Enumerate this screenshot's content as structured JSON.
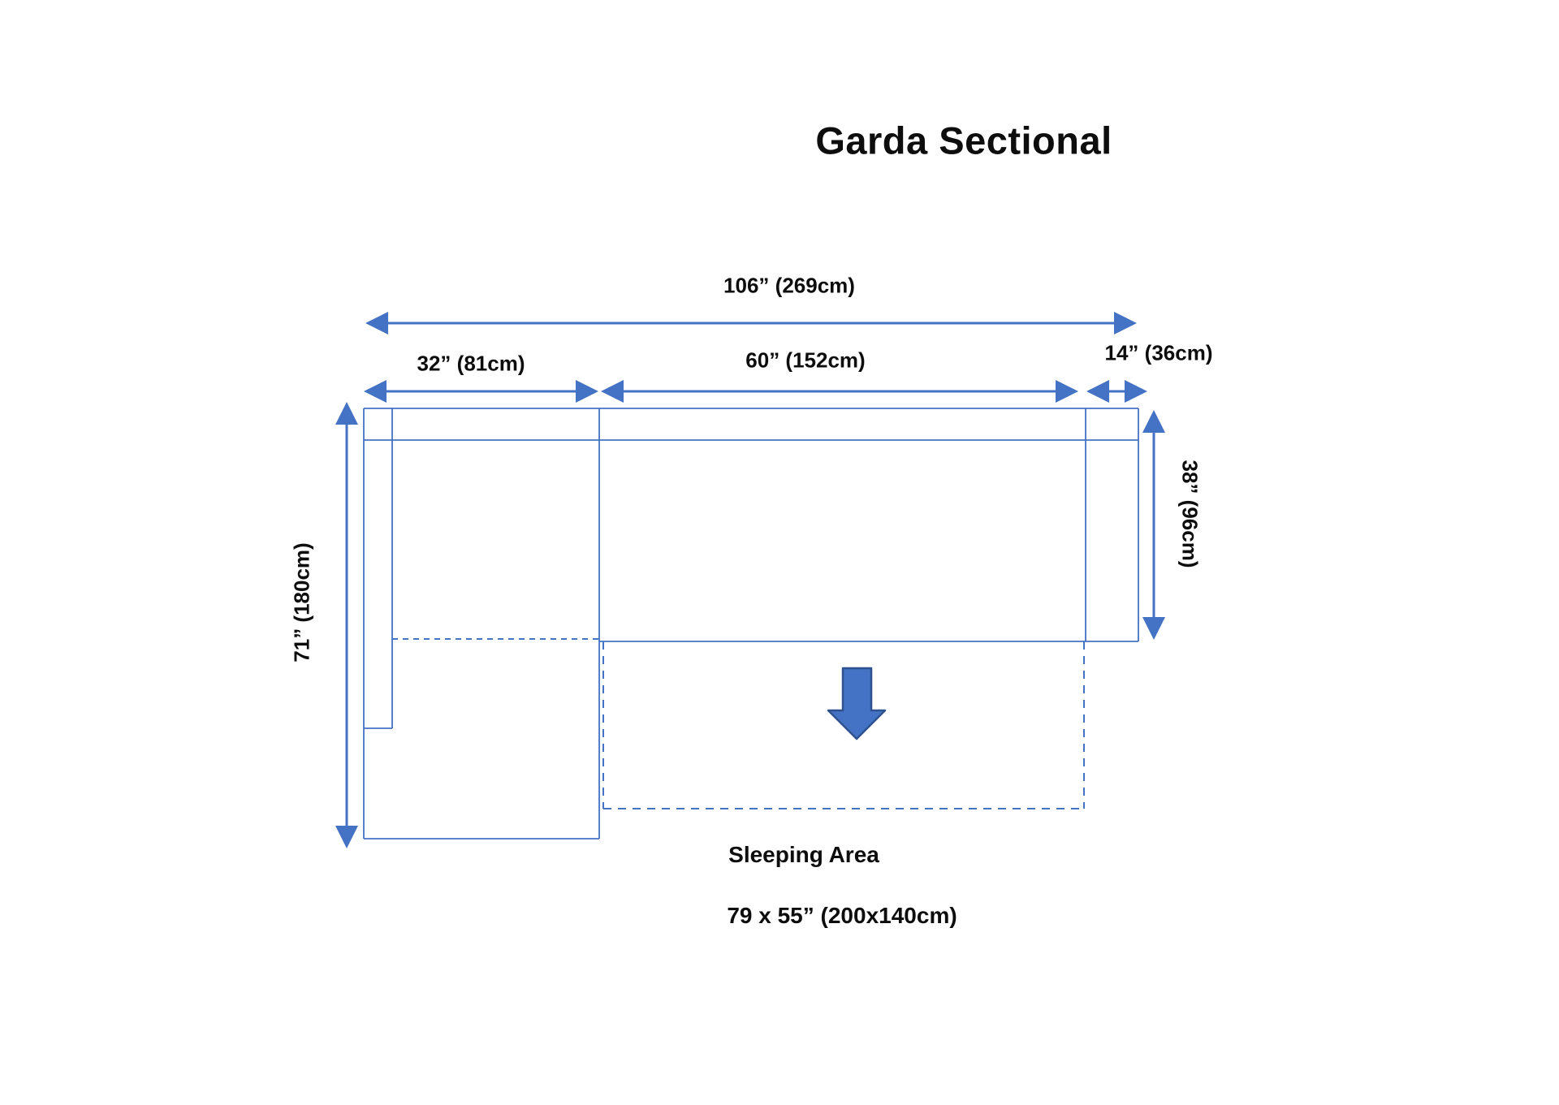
{
  "title": "Garda Sectional",
  "labels": {
    "total_width": "106” (269cm)",
    "chaise_width": "32” (81cm)",
    "seat_width": "60” (152cm)",
    "corner_width": "14” (36cm)",
    "chaise_depth": "71” (180cm)",
    "body_depth": "38” (96cm)",
    "sleeping_area": "Sleeping Area",
    "sleeping_size": "79 x 55” (200x140cm)"
  },
  "measurements": {
    "total_width": {
      "inches": 106,
      "cm": 269
    },
    "chaise_width": {
      "inches": 32,
      "cm": 81
    },
    "seat_width": {
      "inches": 60,
      "cm": 152
    },
    "corner_width": {
      "inches": 14,
      "cm": 36
    },
    "chaise_depth": {
      "inches": 71,
      "cm": 180
    },
    "body_depth": {
      "inches": 38,
      "cm": 96
    },
    "sleeping_area": {
      "inches": "79 x 55",
      "cm": "200x140"
    }
  },
  "colors": {
    "line_blue": "#4472C4",
    "arrow_fill": "#4472C4",
    "arrow_outline": "#2F528F",
    "text": "#0d0d0d",
    "background": "#ffffff"
  }
}
